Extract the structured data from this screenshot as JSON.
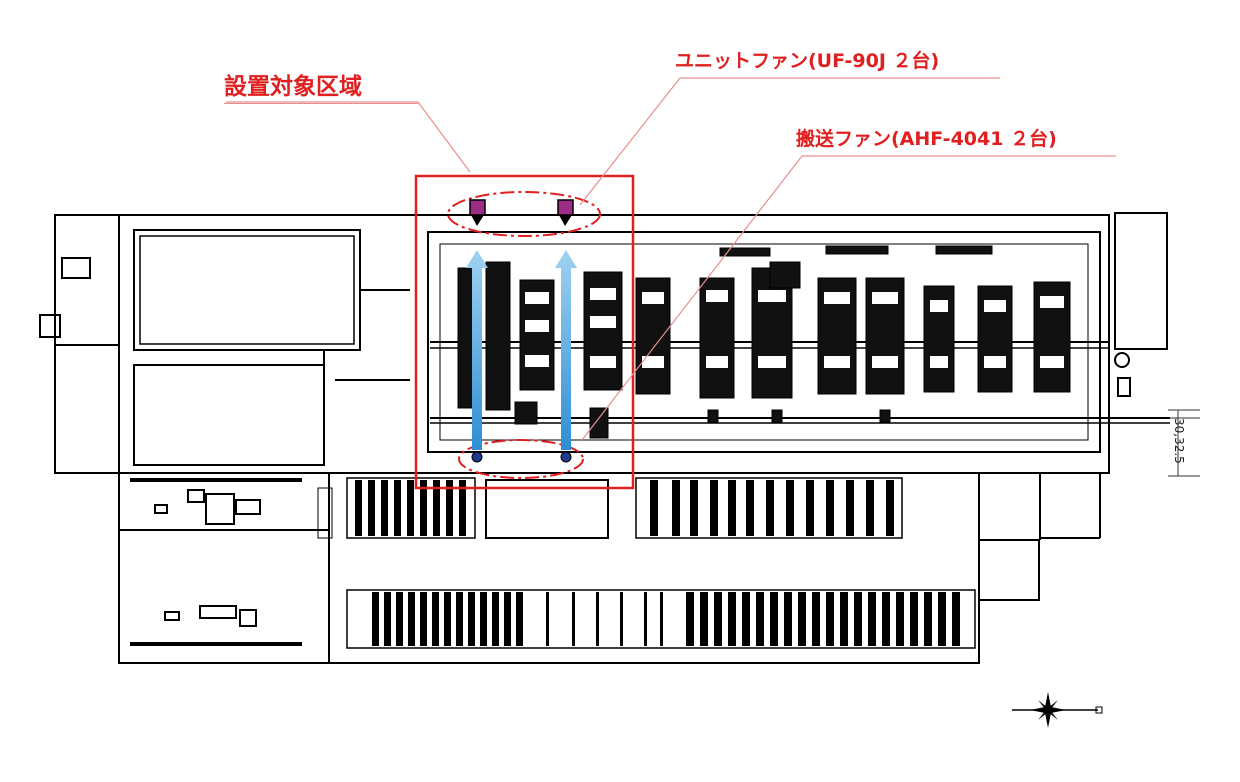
{
  "labels": {
    "area": "設置対象区域",
    "unit_fan": "ユニットファン(UF-90J ２台)",
    "transport_fan": "搬送ファン(AHF-4041 ２台)",
    "dimension": "30,32.5"
  },
  "colors": {
    "annotation": "#e02020",
    "leader": "#e89090",
    "airflow_arrow": "#4aa3df",
    "unit_fan_marker": "#9b2d86",
    "transport_fan_marker": "#1f3b8c",
    "wall": "#000000"
  },
  "icons": {
    "unit_fan": "unit-fan-icon",
    "transport_fan": "transport-fan-icon",
    "north": "compass-icon"
  }
}
